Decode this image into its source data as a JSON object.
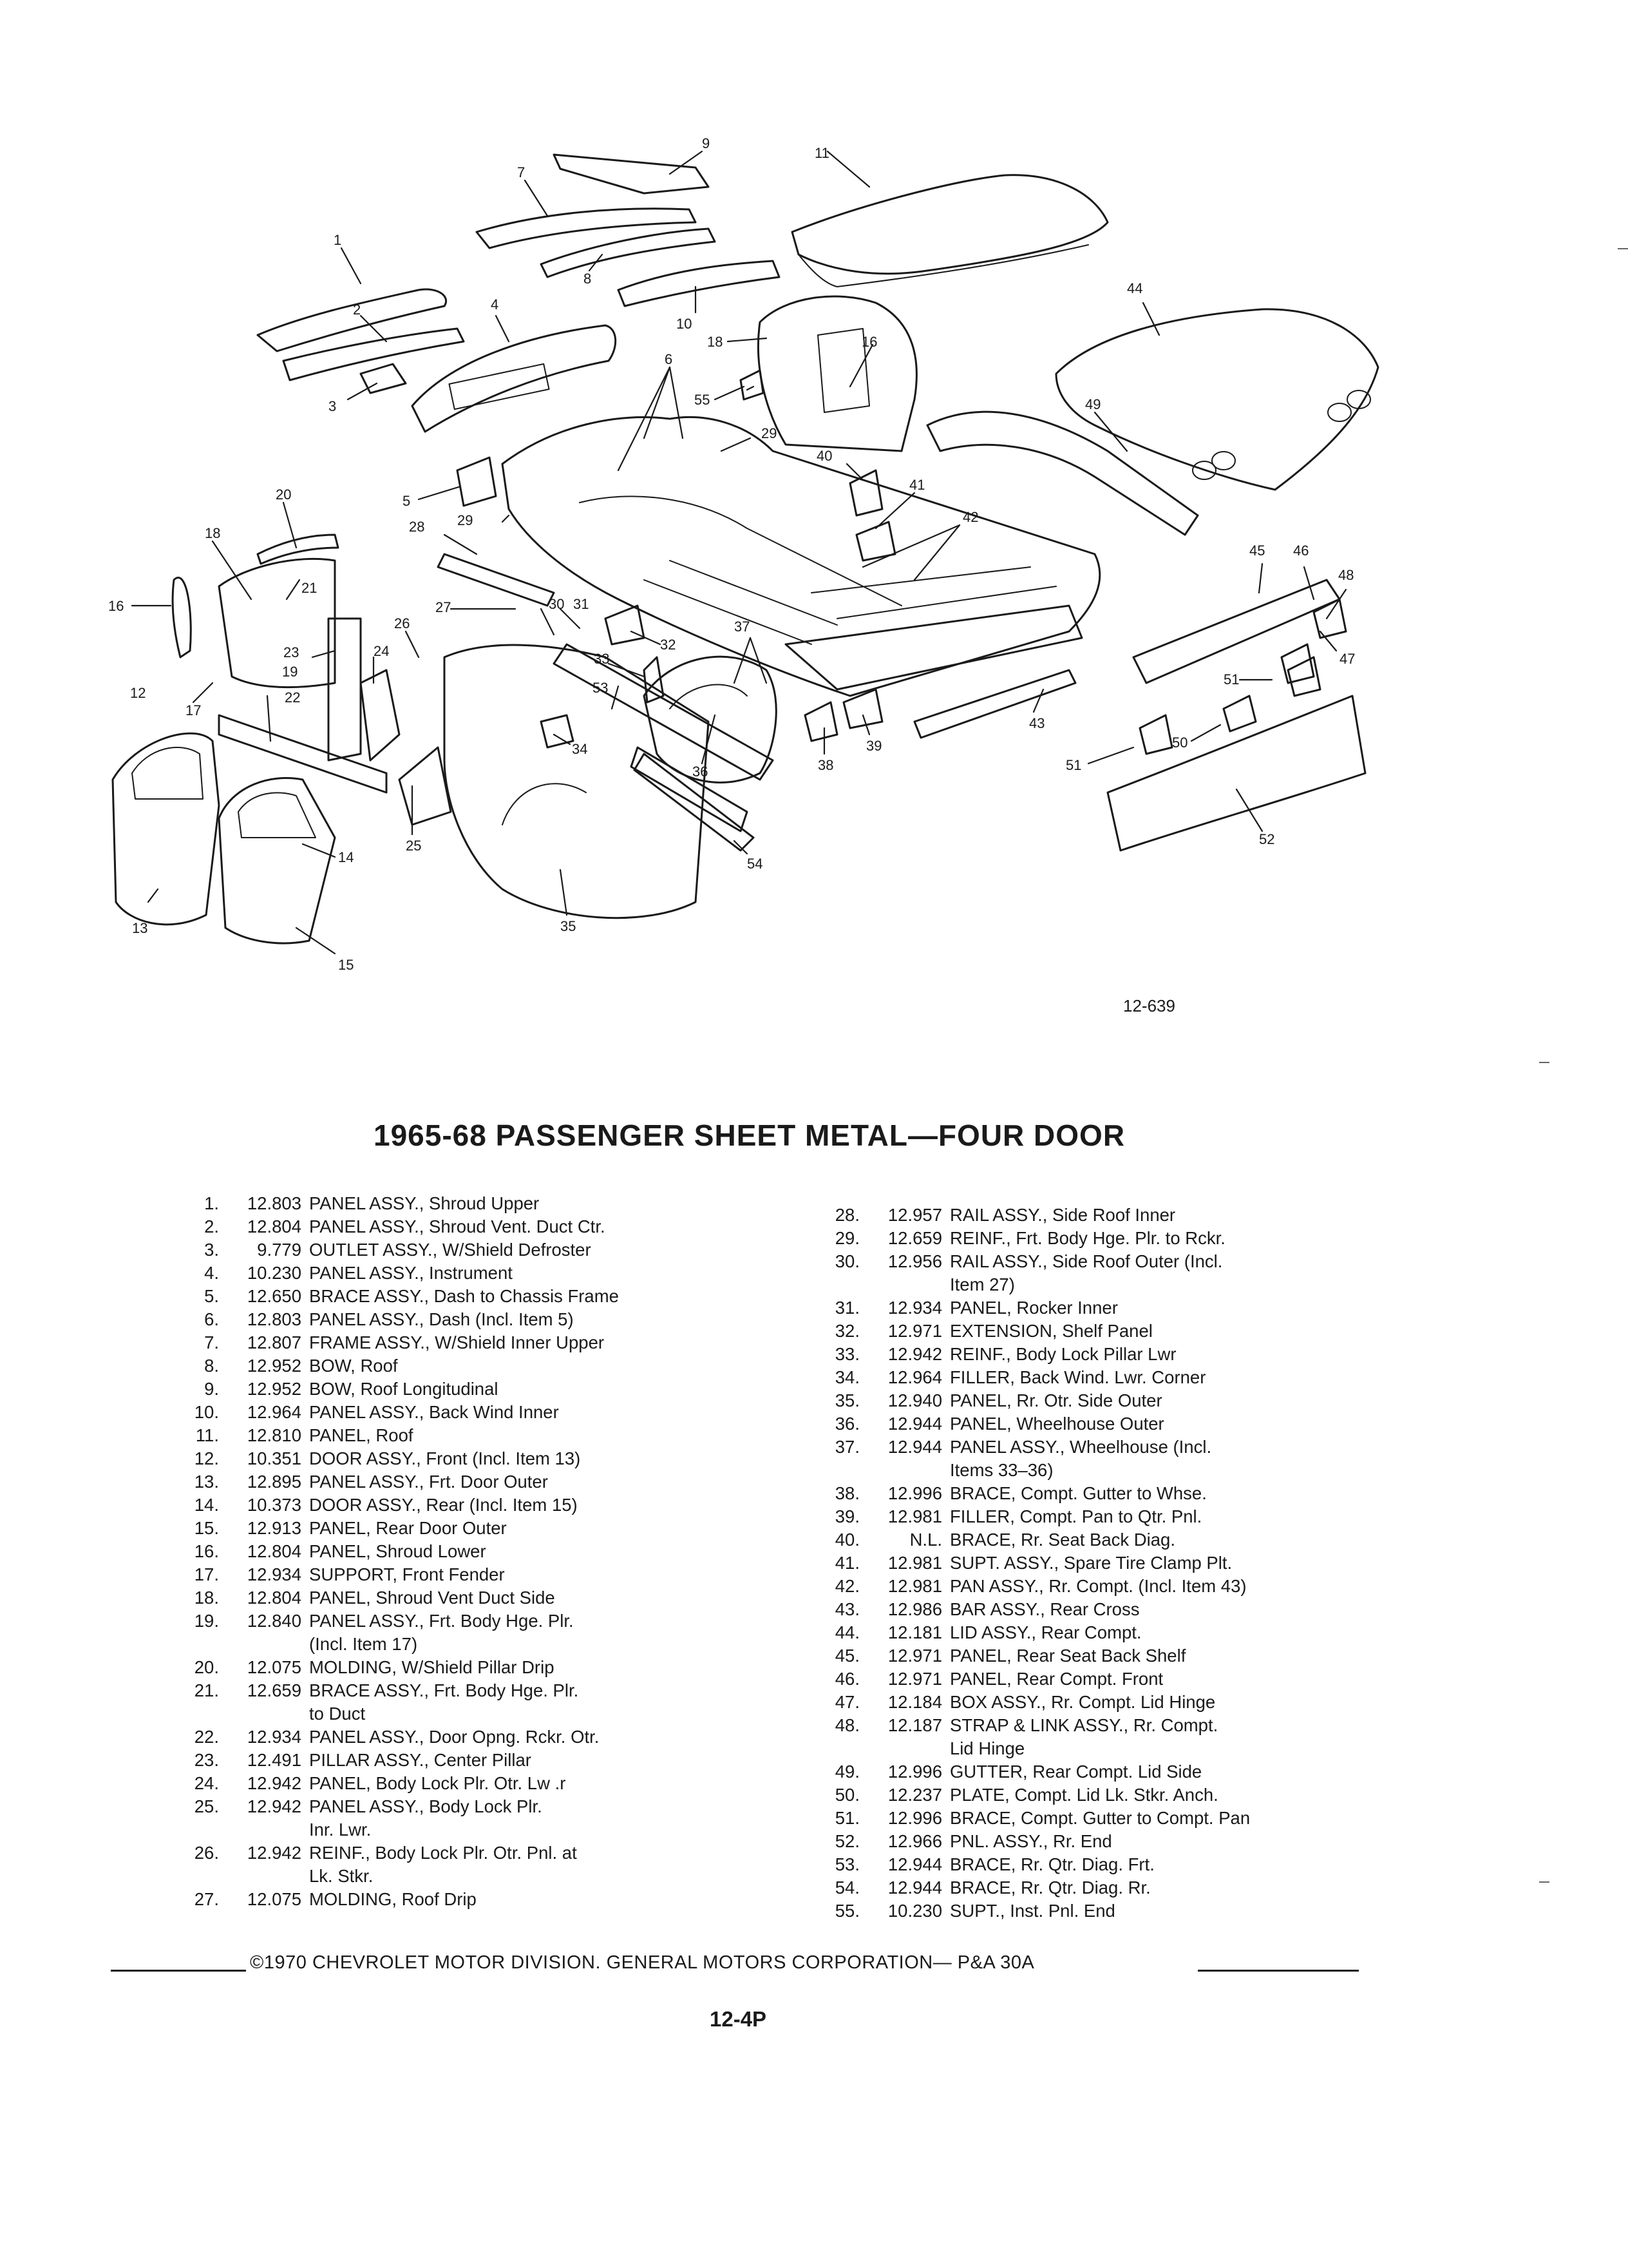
{
  "diagram": {
    "callouts": [
      "1",
      "2",
      "3",
      "4",
      "5",
      "6",
      "7",
      "8",
      "9",
      "10",
      "11",
      "12",
      "13",
      "14",
      "15",
      "16",
      "16",
      "17",
      "18",
      "18",
      "19",
      "20",
      "21",
      "22",
      "23",
      "24",
      "25",
      "26",
      "27",
      "28",
      "29",
      "29",
      "30",
      "31",
      "32",
      "33",
      "34",
      "35",
      "36",
      "37",
      "38",
      "39",
      "40",
      "41",
      "42",
      "43",
      "44",
      "45",
      "46",
      "47",
      "48",
      "49",
      "50",
      "51",
      "51",
      "52",
      "53",
      "54",
      "55"
    ],
    "figure_code": "12-639"
  },
  "title": "1965-68 PASSENGER SHEET METAL—FOUR DOOR",
  "parts_left": [
    {
      "no": "1.",
      "num": "12.803",
      "desc": "PANEL ASSY., Shroud Upper"
    },
    {
      "no": "2.",
      "num": "12.804",
      "desc": "PANEL ASSY., Shroud Vent. Duct Ctr."
    },
    {
      "no": "3.",
      "num": "9.779",
      "desc": "OUTLET ASSY., W/Shield Defroster"
    },
    {
      "no": "4.",
      "num": "10.230",
      "desc": "PANEL ASSY., Instrument"
    },
    {
      "no": "5.",
      "num": "12.650",
      "desc": "BRACE ASSY., Dash to Chassis Frame"
    },
    {
      "no": "6.",
      "num": "12.803",
      "desc": "PANEL ASSY., Dash (Incl. Item 5)"
    },
    {
      "no": "7.",
      "num": "12.807",
      "desc": "FRAME ASSY., W/Shield Inner Upper"
    },
    {
      "no": "8.",
      "num": "12.952",
      "desc": "BOW, Roof"
    },
    {
      "no": "9.",
      "num": "12.952",
      "desc": "BOW, Roof Longitudinal"
    },
    {
      "no": "10.",
      "num": "12.964",
      "desc": "PANEL ASSY., Back Wind Inner"
    },
    {
      "no": "11.",
      "num": "12.810",
      "desc": "PANEL, Roof"
    },
    {
      "no": "12.",
      "num": "10.351",
      "desc": "DOOR ASSY., Front (Incl. Item 13)"
    },
    {
      "no": "13.",
      "num": "12.895",
      "desc": "PANEL ASSY., Frt. Door Outer"
    },
    {
      "no": "14.",
      "num": "10.373",
      "desc": "DOOR ASSY., Rear (Incl. Item 15)"
    },
    {
      "no": "15.",
      "num": "12.913",
      "desc": "PANEL, Rear Door Outer"
    },
    {
      "no": "16.",
      "num": "12.804",
      "desc": "PANEL, Shroud Lower"
    },
    {
      "no": "17.",
      "num": "12.934",
      "desc": "SUPPORT, Front Fender"
    },
    {
      "no": "18.",
      "num": "12.804",
      "desc": "PANEL, Shroud Vent Duct Side"
    },
    {
      "no": "19.",
      "num": "12.840",
      "desc": "PANEL ASSY., Frt. Body Hge. Plr.\n(Incl. Item 17)"
    },
    {
      "no": "20.",
      "num": "12.075",
      "desc": "MOLDING, W/Shield Pillar Drip"
    },
    {
      "no": "21.",
      "num": "12.659",
      "desc": "BRACE ASSY., Frt. Body Hge. Plr.\nto Duct"
    },
    {
      "no": "22.",
      "num": "12.934",
      "desc": "PANEL ASSY., Door Opng. Rckr. Otr."
    },
    {
      "no": "23.",
      "num": "12.491",
      "desc": "PILLAR ASSY., Center Pillar"
    },
    {
      "no": "24.",
      "num": "12.942",
      "desc": "PANEL, Body Lock Plr. Otr. Lw .r"
    },
    {
      "no": "25.",
      "num": "12.942",
      "desc": "PANEL ASSY., Body Lock Plr.\nInr. Lwr."
    },
    {
      "no": "26.",
      "num": "12.942",
      "desc": "REINF., Body Lock Plr. Otr. Pnl. at\nLk. Stkr."
    },
    {
      "no": "27.",
      "num": "12.075",
      "desc": "MOLDING, Roof Drip"
    }
  ],
  "parts_right": [
    {
      "no": "28.",
      "num": "12.957",
      "desc": "RAIL ASSY., Side Roof Inner"
    },
    {
      "no": "29.",
      "num": "12.659",
      "desc": "REINF., Frt. Body Hge. Plr. to Rckr."
    },
    {
      "no": "30.",
      "num": "12.956",
      "desc": "RAIL ASSY., Side Roof Outer (Incl.\nItem 27)"
    },
    {
      "no": "31.",
      "num": "12.934",
      "desc": "PANEL, Rocker Inner"
    },
    {
      "no": "32.",
      "num": "12.971",
      "desc": "EXTENSION, Shelf Panel"
    },
    {
      "no": "33.",
      "num": "12.942",
      "desc": "REINF., Body Lock Pillar Lwr"
    },
    {
      "no": "34.",
      "num": "12.964",
      "desc": "FILLER, Back Wind. Lwr. Corner"
    },
    {
      "no": "35.",
      "num": "12.940",
      "desc": "PANEL, Rr. Otr. Side Outer"
    },
    {
      "no": "36.",
      "num": "12.944",
      "desc": "PANEL, Wheelhouse Outer"
    },
    {
      "no": "37.",
      "num": "12.944",
      "desc": "PANEL ASSY., Wheelhouse (Incl.\nItems 33–36)"
    },
    {
      "no": "38.",
      "num": "12.996",
      "desc": "BRACE, Compt. Gutter to Whse."
    },
    {
      "no": "39.",
      "num": "12.981",
      "desc": "FILLER, Compt. Pan to Qtr. Pnl."
    },
    {
      "no": "40.",
      "num": "N.L.",
      "desc": "BRACE, Rr. Seat Back Diag."
    },
    {
      "no": "41.",
      "num": "12.981",
      "desc": "SUPT. ASSY., Spare Tire Clamp Plt."
    },
    {
      "no": "42.",
      "num": "12.981",
      "desc": "PAN ASSY., Rr. Compt. (Incl. Item 43)"
    },
    {
      "no": "43.",
      "num": "12.986",
      "desc": "BAR ASSY., Rear Cross"
    },
    {
      "no": "44.",
      "num": "12.181",
      "desc": "LID ASSY., Rear Compt."
    },
    {
      "no": "45.",
      "num": "12.971",
      "desc": "PANEL, Rear Seat Back Shelf"
    },
    {
      "no": "46.",
      "num": "12.971",
      "desc": "PANEL, Rear Compt. Front"
    },
    {
      "no": "47.",
      "num": "12.184",
      "desc": "BOX ASSY., Rr. Compt. Lid Hinge"
    },
    {
      "no": "48.",
      "num": "12.187",
      "desc": "STRAP & LINK ASSY., Rr. Compt.\nLid Hinge"
    },
    {
      "no": "49.",
      "num": "12.996",
      "desc": "GUTTER, Rear Compt. Lid Side"
    },
    {
      "no": "50.",
      "num": "12.237",
      "desc": "PLATE, Compt. Lid Lk. Stkr. Anch."
    },
    {
      "no": "51.",
      "num": "12.996",
      "desc": "BRACE, Compt. Gutter to Compt. Pan"
    },
    {
      "no": "52.",
      "num": "12.966",
      "desc": "PNL. ASSY., Rr. End"
    },
    {
      "no": "53.",
      "num": "12.944",
      "desc": "BRACE, Rr. Qtr. Diag. Frt."
    },
    {
      "no": "54.",
      "num": "12.944",
      "desc": "BRACE, Rr. Qtr. Diag. Rr."
    },
    {
      "no": "55.",
      "num": "10.230",
      "desc": "SUPT., Inst. Pnl. End"
    }
  ],
  "footer": {
    "copyright": "©1970 CHEVROLET MOTOR DIVISION. GENERAL MOTORS CORPORATION— P&A 30A",
    "page": "12-4P"
  }
}
